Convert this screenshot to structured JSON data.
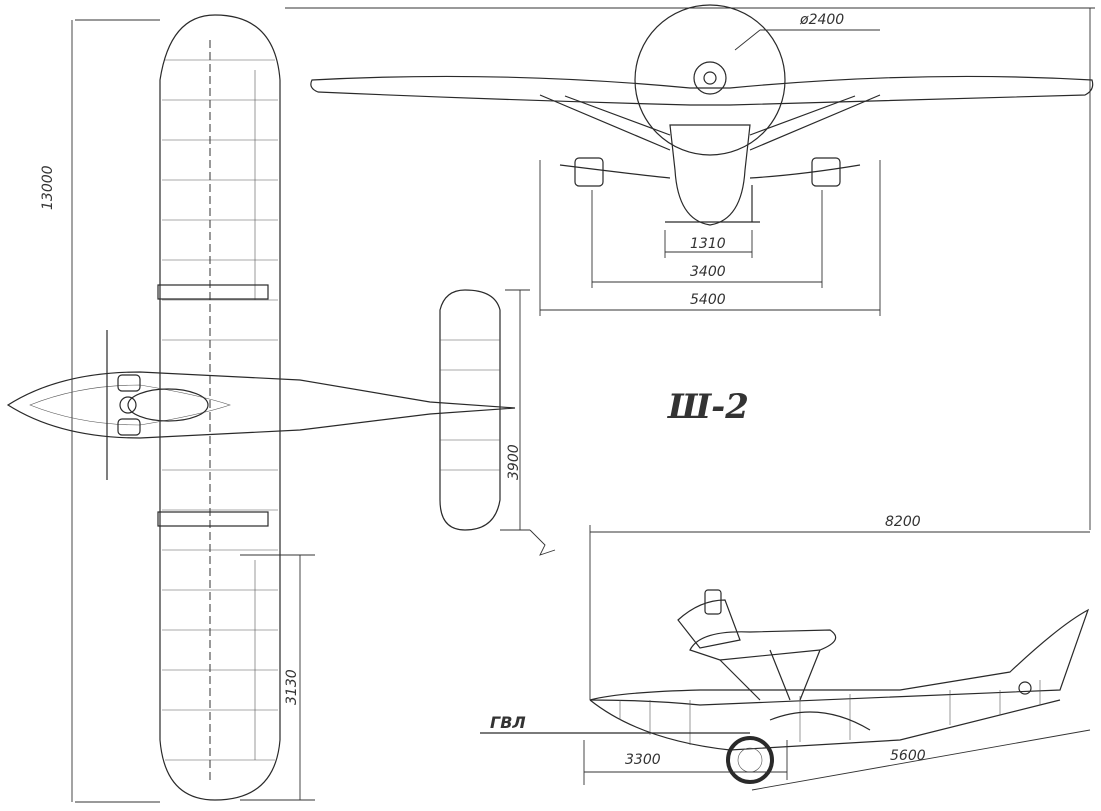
{
  "drawing": {
    "title": "Ш-2",
    "waterline_label": "ГВЛ",
    "dimensions": {
      "wingspan": "13000",
      "propeller_diameter": "ø2400",
      "wheel_track": "1310",
      "float_track": "3400",
      "front_width": "5400",
      "tail_span": "3900",
      "length": "8200",
      "outer_wing": "3130",
      "bow_to_step": "3300",
      "step_to_tail": "5600"
    }
  }
}
